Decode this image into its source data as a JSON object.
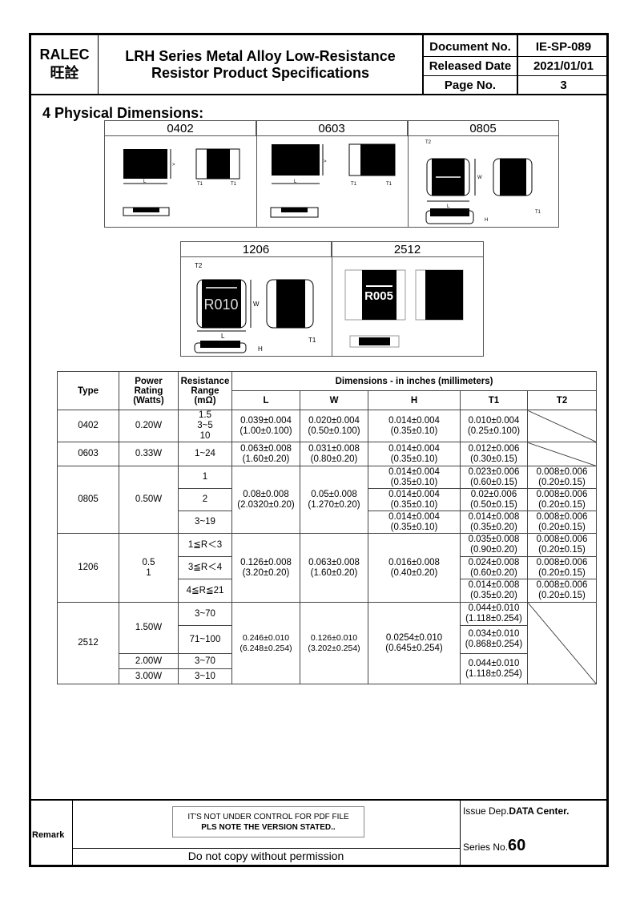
{
  "header": {
    "company": "RALEC",
    "company_cn": "旺詮",
    "title_line1": "LRH Series Metal Alloy Low-Resistance",
    "title_line2": "Resistor Product Specifications",
    "doc_no_label": "Document No.",
    "doc_no": "IE-SP-089",
    "released_label": "Released Date",
    "released": "2021/01/01",
    "page_label": "Page No.",
    "page": "3"
  },
  "section_title": "4 Physical Dimensions:",
  "drawings": {
    "sizes": [
      "0402",
      "0603",
      "0805",
      "1206",
      "2512"
    ],
    "labels": {
      "L": "L",
      "W": "W",
      "H": "H",
      "T1": "T1",
      "T2": "T2"
    },
    "marking_1206": "R010",
    "marking_2512": "R005"
  },
  "table": {
    "headers": {
      "type": "Type",
      "power": "Power\nRating\n(Watts)",
      "resistance": "Resistance\nRange\n(mΩ)",
      "dimensions": "Dimensions - in inches (millimeters)",
      "L": "L",
      "W": "W",
      "H": "H",
      "T1": "T1",
      "T2": "T2"
    },
    "r0402": {
      "type": "0402",
      "power": "0.20W",
      "res": "1.5\n3~5\n10",
      "L": "0.039±0.004\n(1.00±0.100)",
      "W": "0.020±0.004\n(0.50±0.100)",
      "H": "0.014±0.004\n(0.35±0.10)",
      "T1": "0.010±0.004\n(0.25±0.100)"
    },
    "r0603": {
      "type": "0603",
      "power": "0.33W",
      "res": "1~24",
      "L": "0.063±0.008\n(1.60±0.20)",
      "W": "0.031±0.008\n(0.80±0.20)",
      "H": "0.014±0.004\n(0.35±0.10)",
      "T1": "0.012±0.006\n(0.30±0.15)"
    },
    "r0805": {
      "type": "0805",
      "power": "0.50W",
      "L": "0.08±0.008\n(2.0320±0.20)",
      "W": "0.05±0.008\n(1.270±0.20)",
      "sub": [
        {
          "res": "1",
          "H": "0.014±0.004\n(0.35±0.10)",
          "T1": "0.023±0.006\n(0.60±0.15)",
          "T2": "0.008±0.006\n(0.20±0.15)"
        },
        {
          "res": "2",
          "H": "0.014±0.004\n(0.35±0.10)",
          "T1": "0.02±0.006\n(0.50±0.15)",
          "T2": "0.008±0.006\n(0.20±0.15)"
        },
        {
          "res": "3~19",
          "H": "0.014±0.004\n(0.35±0.10)",
          "T1": "0.014±0.008\n(0.35±0.20)",
          "T2": "0.008±0.006\n(0.20±0.15)"
        }
      ]
    },
    "r1206": {
      "type": "1206",
      "power": "0.5\n1",
      "L": "0.126±0.008\n(3.20±0.20)",
      "W": "0.063±0.008\n(1.60±0.20)",
      "H": "0.016±0.008\n(0.40±0.20)",
      "sub": [
        {
          "res": "1≦R＜3",
          "T1": "0.035±0.008\n(0.90±0.20)",
          "T2": "0.008±0.006\n(0.20±0.15)"
        },
        {
          "res": "3≦R＜4",
          "T1": "0.024±0.008\n(0.60±0.20)",
          "T2": "0.008±0.006\n(0.20±0.15)"
        },
        {
          "res": "4≦R≦21",
          "T1": "0.014±0.008\n(0.35±0.20)",
          "T2": "0.008±0.006\n(0.20±0.15)"
        }
      ]
    },
    "r2512": {
      "type": "2512",
      "L": "0.246±0.010\n(6.248±0.254)",
      "W": "0.126±0.010\n(3.202±0.254)",
      "H": "0.0254±0.010\n(0.645±0.254)",
      "sub": [
        {
          "power": "1.50W",
          "res": "3~70",
          "T1": "0.044±0.010\n(1.118±0.254)"
        },
        {
          "res": "71~100",
          "T1": "0.034±0.010\n(0.868±0.254)"
        },
        {
          "power": "2.00W",
          "res": "3~70",
          "T1": "0.044±0.010\n(1.118±0.254)"
        },
        {
          "power": "3.00W",
          "res": "3~10"
        }
      ]
    }
  },
  "footer": {
    "remark_label": "Remark",
    "notice_line1": "IT'S NOT UNDER CONTROL FOR PDF FILE",
    "notice_line2": "PLS NOTE THE VERSION STATED..",
    "copy_notice": "Do not copy without permission",
    "issue_label": "Issue Dep.",
    "issue_value": "DATA Center.",
    "series_label": "Series No.",
    "series_value": "60"
  }
}
